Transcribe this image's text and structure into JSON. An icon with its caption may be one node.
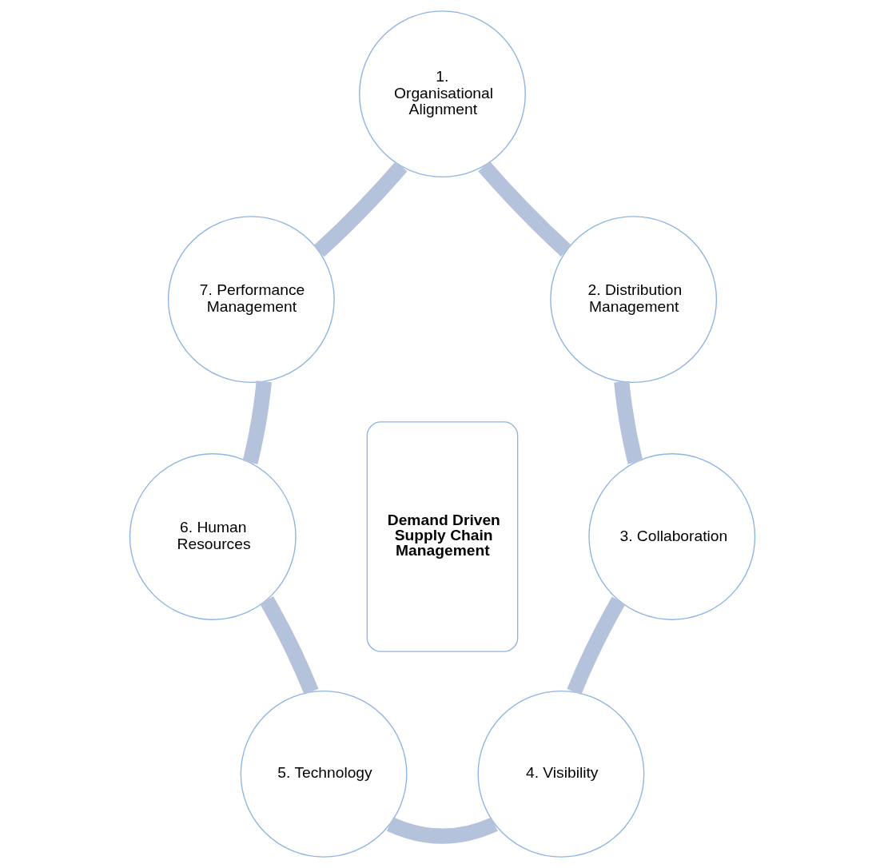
{
  "diagram": {
    "nodes": [
      {
        "text": [
          "1. Organisational Alignment"
        ]
      },
      {
        "text": [
          "2. Distribution Management"
        ]
      },
      {
        "text": [
          "3. Collaboration"
        ]
      },
      {
        "text": [
          "4. Visibility"
        ]
      },
      {
        "text": [
          "5. Technology"
        ]
      },
      {
        "text": [
          "6. Human Resources"
        ]
      },
      {
        "text": [
          "7. Performance Management"
        ]
      },
      {
        "text": [
          "Demand Driven Supply Chain Management"
        ]
      }
    ],
    "edges": [
      {
        "from": 0,
        "to": 1,
        "arrow": "none"
      },
      {
        "from": 1,
        "to": 2,
        "arrow": "none"
      },
      {
        "from": 2,
        "to": 3,
        "arrow": "none"
      },
      {
        "from": 3,
        "to": 4,
        "arrow": "none"
      },
      {
        "from": 4,
        "to": 5,
        "arrow": "none"
      },
      {
        "from": 5,
        "to": 6,
        "arrow": "none"
      },
      {
        "from": 6,
        "to": 0,
        "arrow": "none"
      }
    ]
  }
}
